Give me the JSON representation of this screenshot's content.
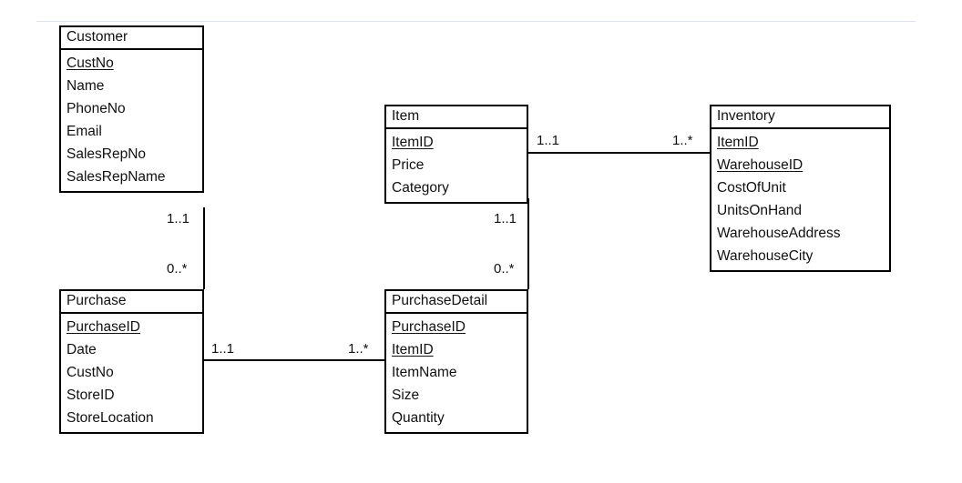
{
  "diagram": {
    "type": "entity-relationship-class-diagram",
    "background_color": "#ffffff",
    "border_color": "#000000",
    "text_color": "#111111",
    "divider_color": "#dfe3ee"
  },
  "entities": [
    {
      "id": "customer",
      "name": "Customer",
      "attributes": [
        {
          "name": "CustNo",
          "key": true
        },
        {
          "name": "Name",
          "key": false
        },
        {
          "name": "PhoneNo",
          "key": false
        },
        {
          "name": "Email",
          "key": false
        },
        {
          "name": "SalesRepNo",
          "key": false
        },
        {
          "name": "SalesRepName",
          "key": false
        }
      ]
    },
    {
      "id": "item",
      "name": "Item",
      "attributes": [
        {
          "name": "ItemID",
          "key": true
        },
        {
          "name": "Price",
          "key": false
        },
        {
          "name": "Category",
          "key": false
        }
      ]
    },
    {
      "id": "inventory",
      "name": "Inventory",
      "attributes": [
        {
          "name": "ItemID",
          "key": true
        },
        {
          "name": "WarehouseID",
          "key": true
        },
        {
          "name": "CostOfUnit",
          "key": false
        },
        {
          "name": "UnitsOnHand",
          "key": false
        },
        {
          "name": "WarehouseAddress",
          "key": false
        },
        {
          "name": "WarehouseCity",
          "key": false
        }
      ]
    },
    {
      "id": "purchase",
      "name": "Purchase",
      "attributes": [
        {
          "name": "PurchaseID",
          "key": true
        },
        {
          "name": "Date",
          "key": false
        },
        {
          "name": "CustNo",
          "key": false
        },
        {
          "name": "StoreID",
          "key": false
        },
        {
          "name": "StoreLocation",
          "key": false
        }
      ]
    },
    {
      "id": "purchasedetail",
      "name": "PurchaseDetail",
      "attributes": [
        {
          "name": "PurchaseID",
          "key": true
        },
        {
          "name": "ItemID",
          "key": true
        },
        {
          "name": "ItemName",
          "key": false
        },
        {
          "name": "Size",
          "key": false
        },
        {
          "name": "Quantity",
          "key": false
        }
      ]
    }
  ],
  "relationships": [
    {
      "id": "item-inventory",
      "from": "item",
      "to": "inventory",
      "orientation": "horizontal",
      "source_multiplicity": "1..1",
      "target_multiplicity": "1..*"
    },
    {
      "id": "customer-purchase",
      "from": "customer",
      "to": "purchase",
      "orientation": "vertical",
      "source_multiplicity": "1..1",
      "target_multiplicity": "0..*"
    },
    {
      "id": "item-purchasedetail",
      "from": "item",
      "to": "purchasedetail",
      "orientation": "vertical",
      "source_multiplicity": "1..1",
      "target_multiplicity": "0..*"
    },
    {
      "id": "purchase-purchasedetail",
      "from": "purchase",
      "to": "purchasedetail",
      "orientation": "horizontal",
      "source_multiplicity": "1..1",
      "target_multiplicity": "1..*"
    }
  ]
}
